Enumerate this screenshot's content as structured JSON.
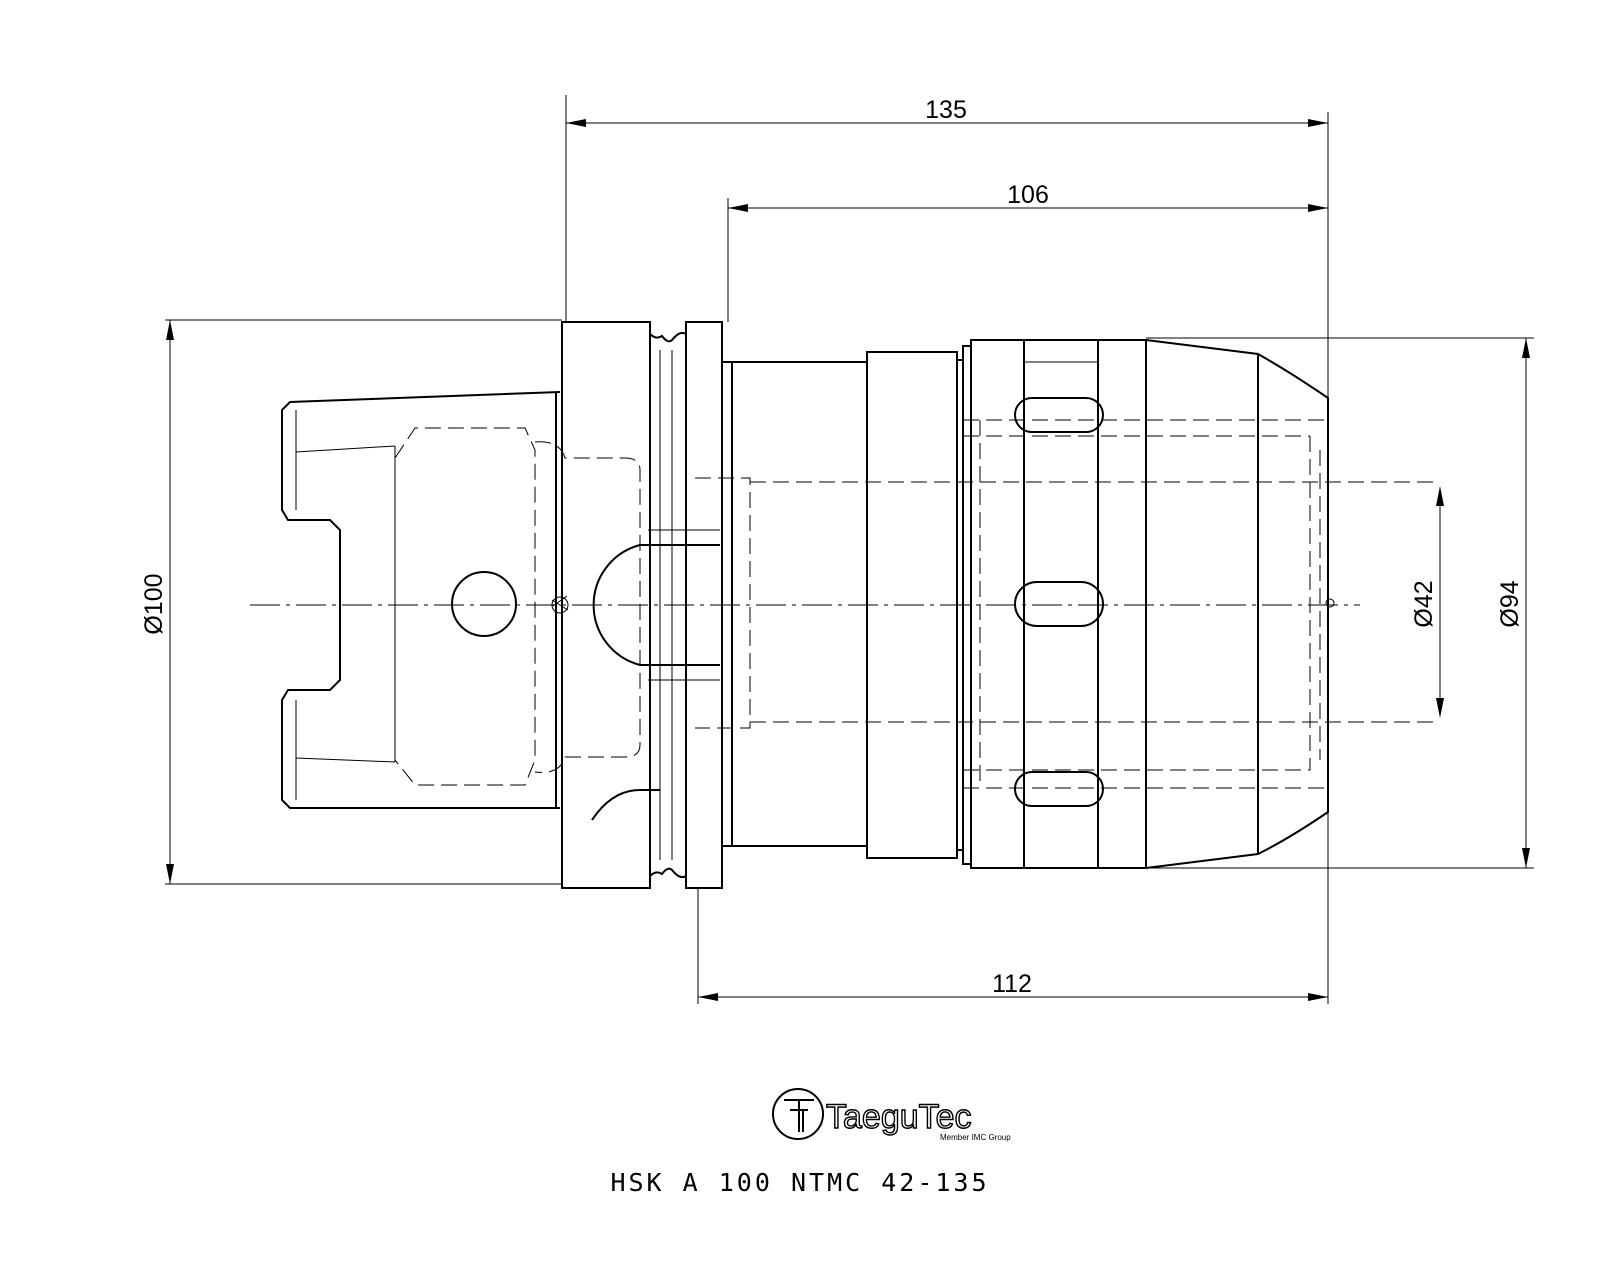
{
  "dimensions": {
    "overall_length": "135",
    "body_length": "106",
    "flange_to_end": "112",
    "shank_diameter": "Ø100",
    "bore_diameter": "Ø42",
    "nut_diameter": "Ø94"
  },
  "logo": {
    "name": "TaeguTec",
    "tagline": "Member IMC Group"
  },
  "caption": "HSK A 100 NTMC 42-135"
}
